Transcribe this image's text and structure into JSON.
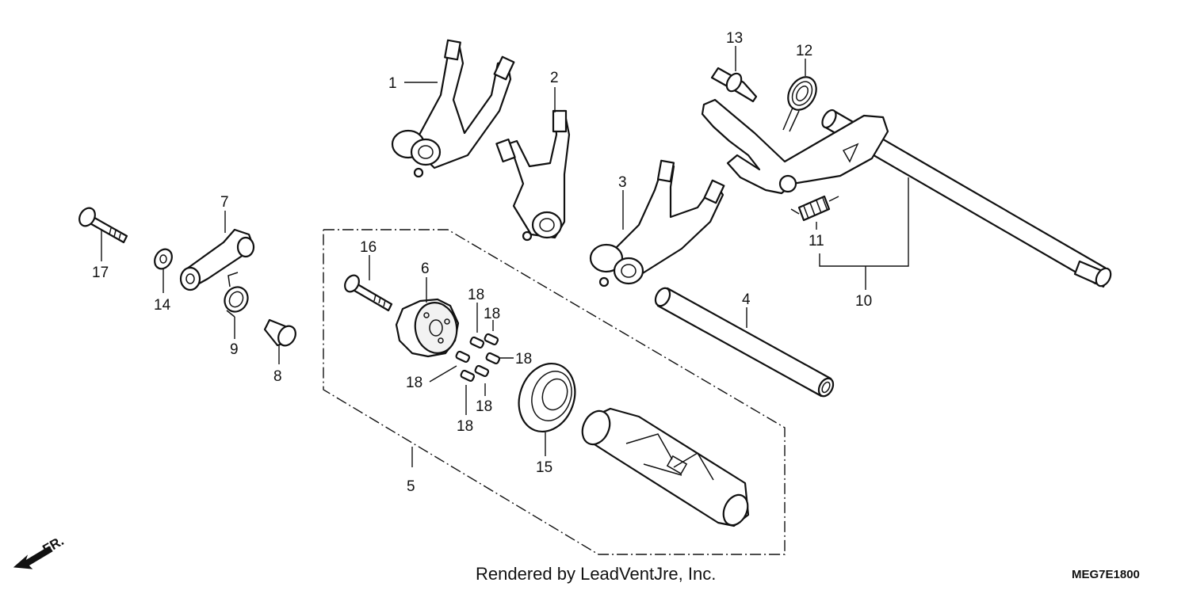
{
  "callouts": {
    "c1": "1",
    "c2": "2",
    "c3": "3",
    "c4": "4",
    "c5": "5",
    "c6": "6",
    "c7": "7",
    "c8": "8",
    "c9": "9",
    "c10": "10",
    "c11": "11",
    "c12": "12",
    "c13": "13",
    "c14": "14",
    "c15": "15",
    "c16": "16",
    "c17": "17",
    "c18a": "18",
    "c18b": "18",
    "c18c": "18",
    "c18d": "18",
    "c18e": "18",
    "c18f": "18"
  },
  "direction_label": "FR.",
  "footer": {
    "credit": "Rendered by LeadVentJre, Inc.",
    "diagram_code": "MEG7E1800"
  }
}
